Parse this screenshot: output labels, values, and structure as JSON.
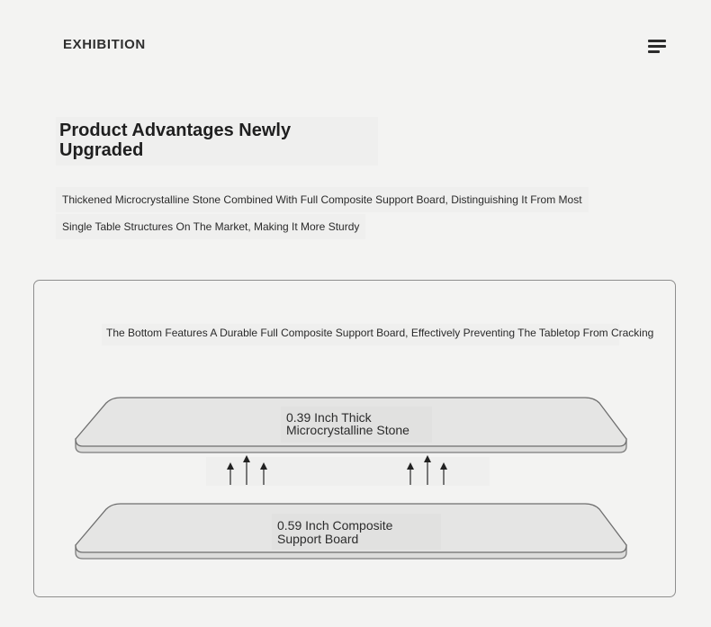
{
  "header": {
    "brand": "EXHIBITION",
    "menu_icon": "hamburger-menu-icon"
  },
  "section": {
    "title_line1": "Product Advantages Newly",
    "title_line2": "Upgraded",
    "description_line1": "Thickened Microcrystalline Stone Combined With Full Composite Support Board, Distinguishing It From Most",
    "description_line2": "Single Table Structures On The Market, Making It More Sturdy"
  },
  "diagram": {
    "caption": "The Bottom Features A Durable Full Composite Support Board, Effectively Preventing The Tabletop From Cracking",
    "top_layer": {
      "line1": "0.39 Inch Thick",
      "line2": "Microcrystalline Stone"
    },
    "bottom_layer": {
      "line1": "0.59 Inch Composite",
      "line2": "Support Board"
    },
    "arrow_icon": "up-arrow-icon"
  }
}
